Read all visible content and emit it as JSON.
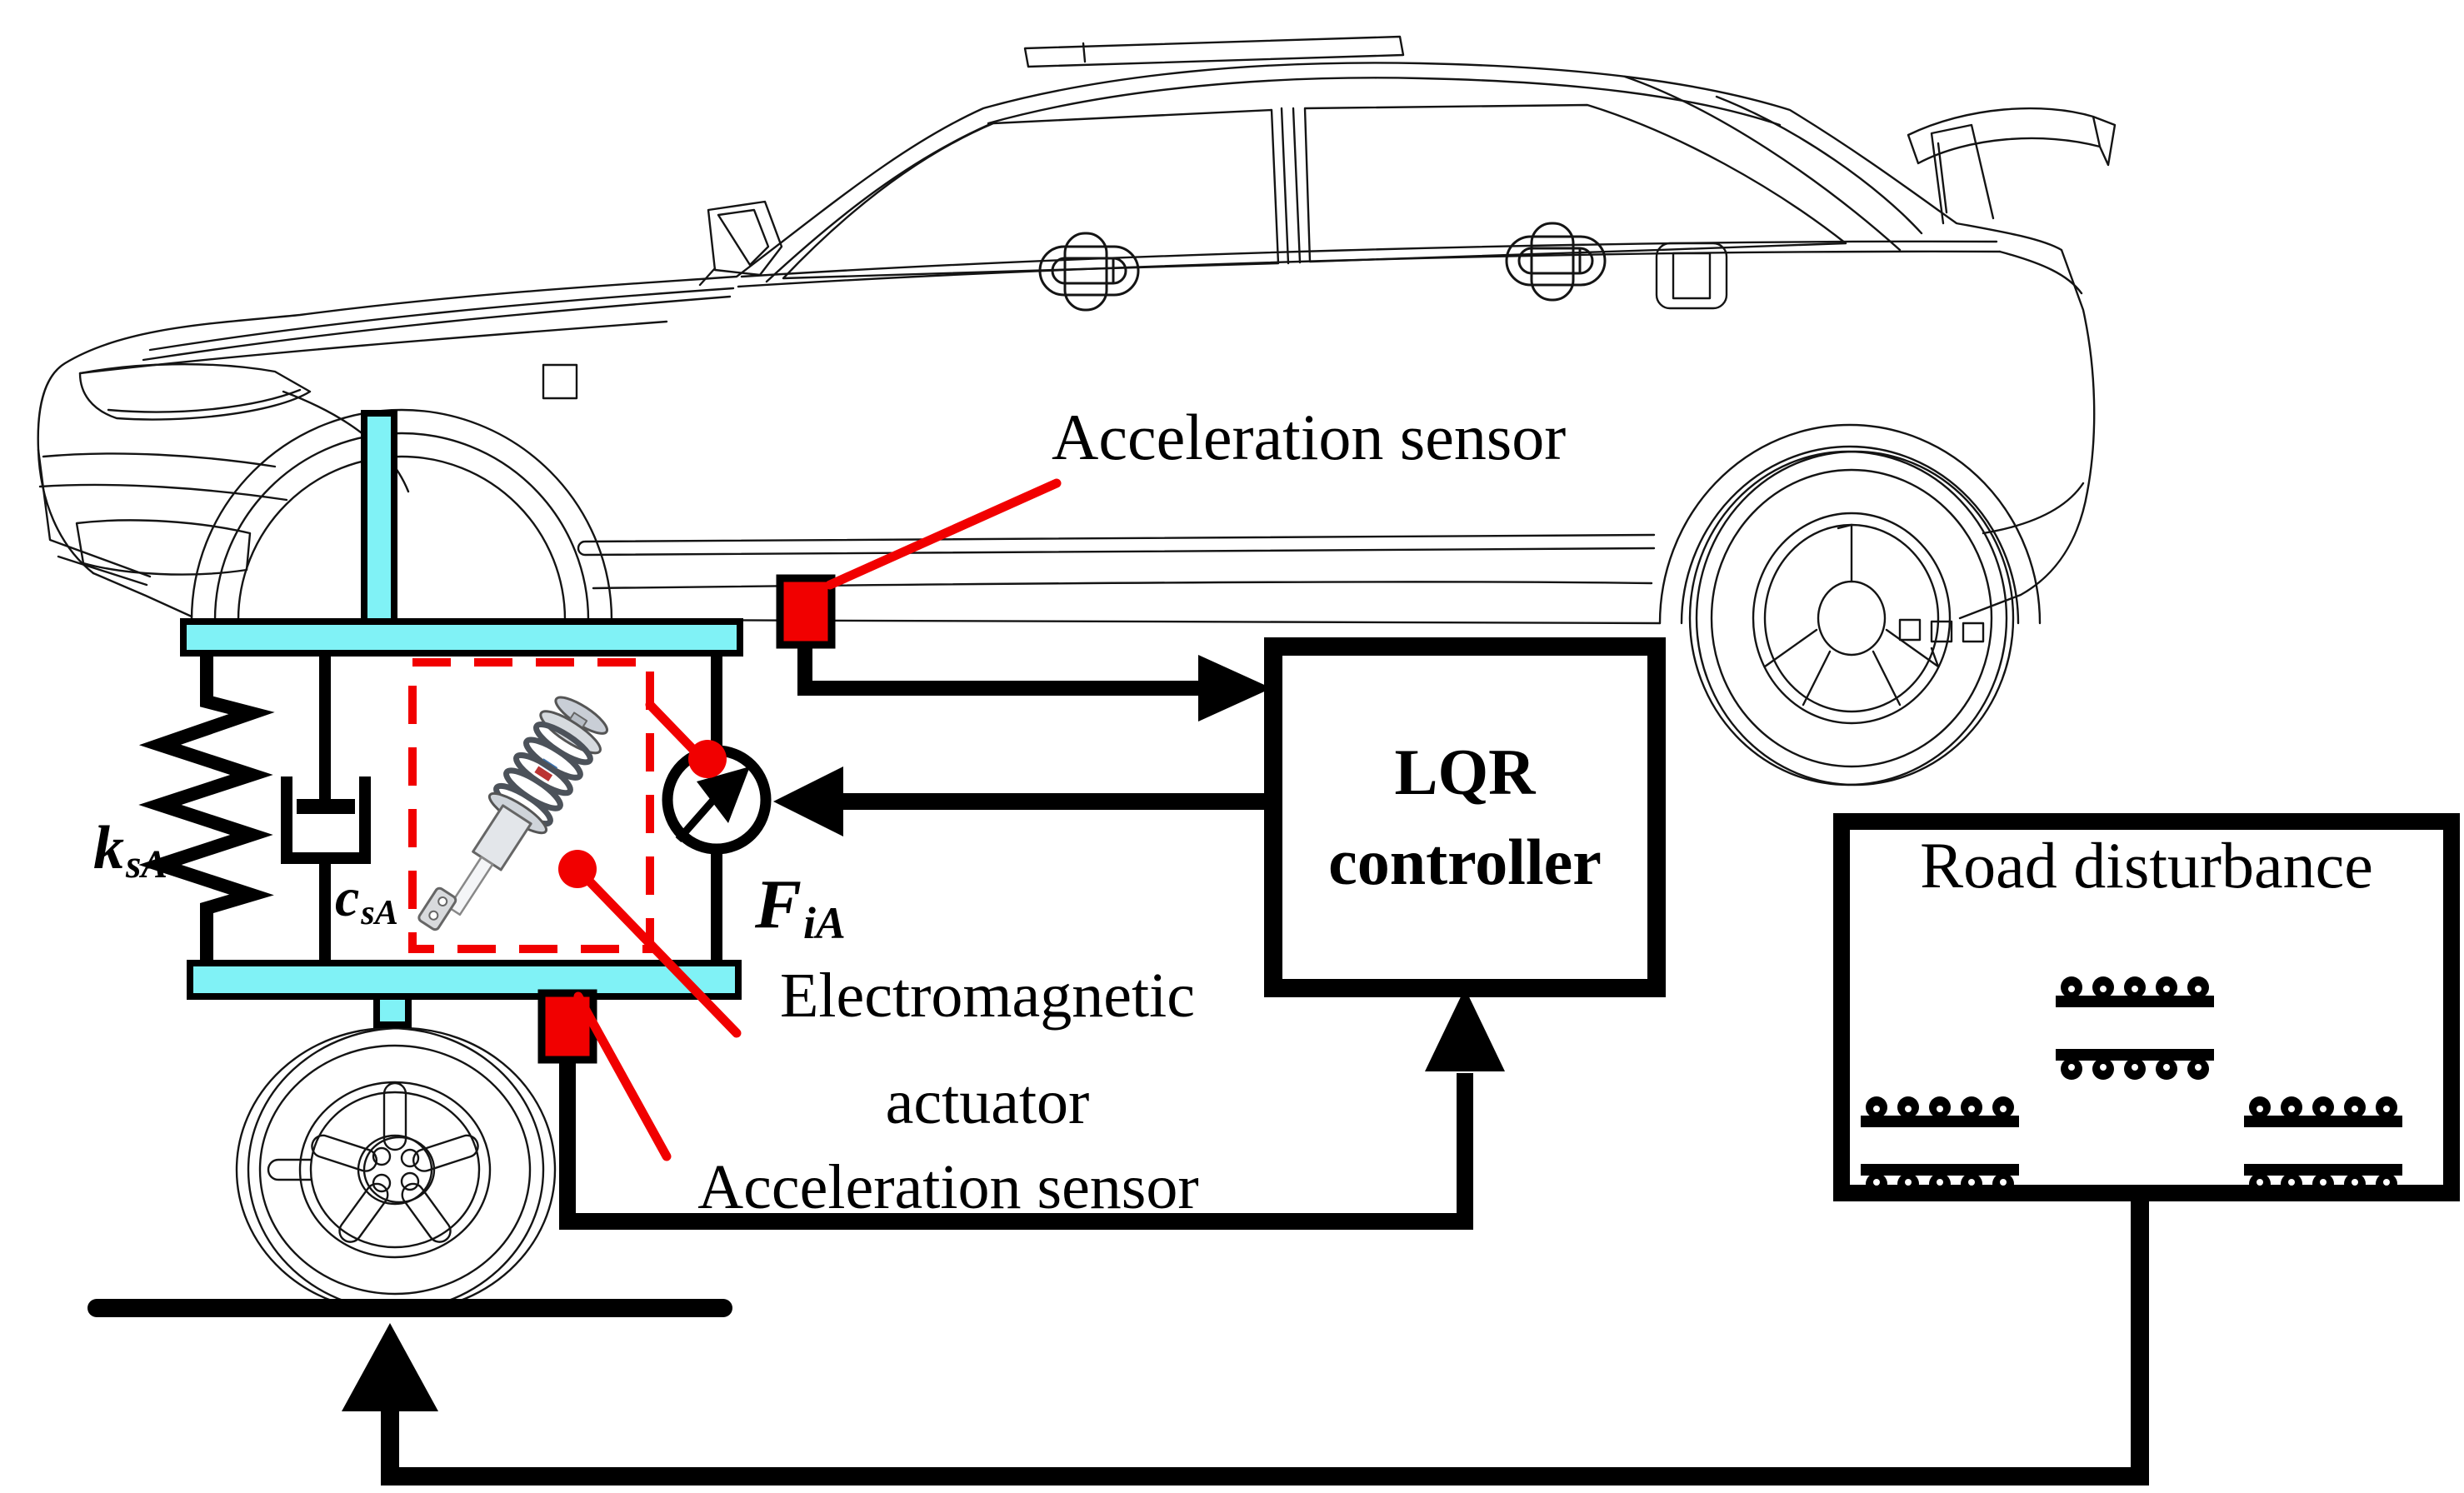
{
  "colors": {
    "highlight_cyan": "#80f2f6",
    "signal_red": "#f10000",
    "line_black": "#000000"
  },
  "labels": {
    "acceleration_sensor_body": "Acceleration sensor",
    "acceleration_sensor_wheel": "Acceleration sensor",
    "electromagnetic_actuator": {
      "line1": "Electromagnetic",
      "line2": "actuator"
    },
    "lqr_controller": {
      "line1": "LQR",
      "line2": "controller"
    },
    "road_disturbance": "Road disturbance",
    "spring_coefficient": {
      "base": "k",
      "sub": "sA"
    },
    "damping_coefficient": {
      "base": "c",
      "sub": "sA"
    },
    "actuator_force": {
      "base": "F",
      "sub": "iA"
    }
  },
  "icons": {
    "car": "car-wireframe-icon",
    "wheel": "wheel-icon",
    "spring": "spring-symbol-icon",
    "damper": "damper-symbol-icon",
    "actuator": "controlled-force-circle-icon",
    "shock_absorber": "coilover-shock-photo-icon",
    "road_bumps": "bump-strip-icon"
  }
}
